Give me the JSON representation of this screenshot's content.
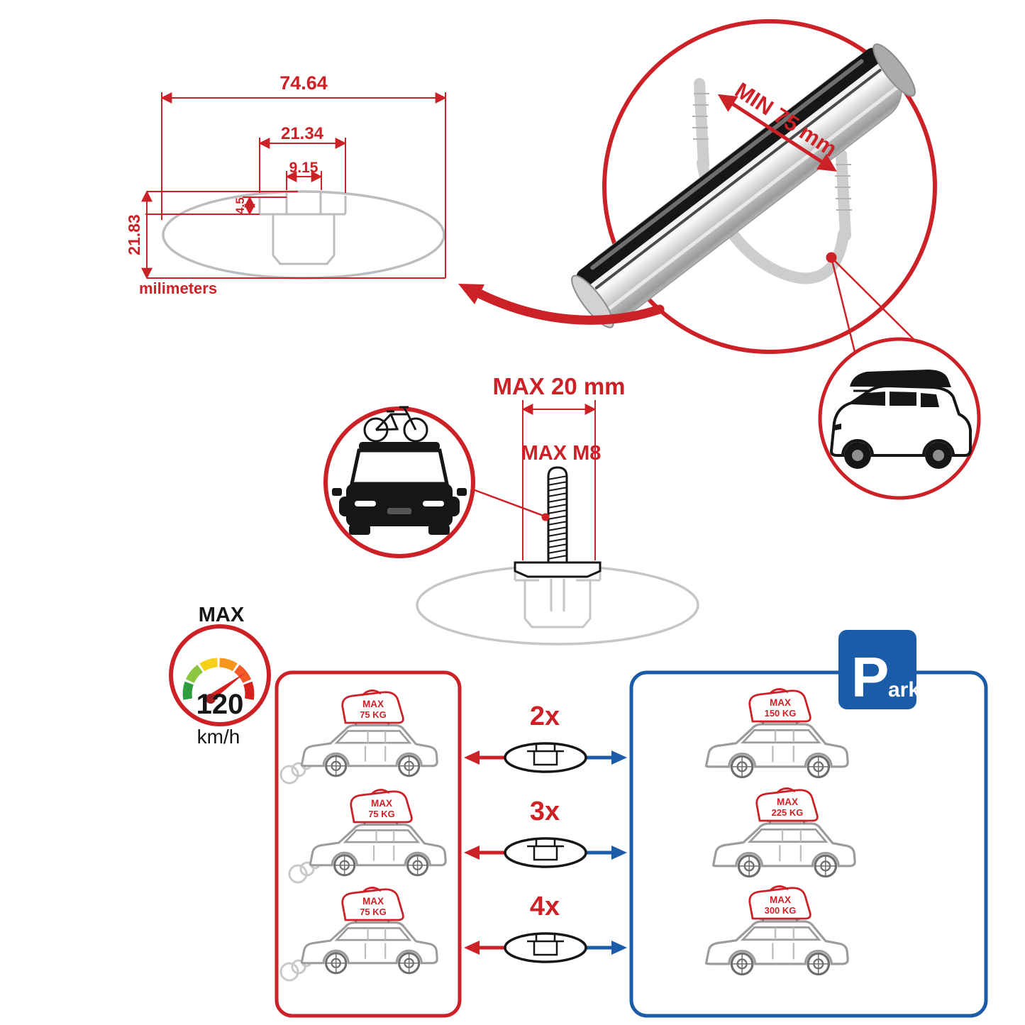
{
  "colors": {
    "accent_red": "#cc2127",
    "accent_blue": "#1b5ca9",
    "sketch_gray": "#bdbdbd"
  },
  "cross_section": {
    "dims": {
      "total_width": "74.64",
      "channel_width": "21.34",
      "slot_width": "9.15",
      "slot_depth": "4.5",
      "total_height": "21.83"
    },
    "unit": "milimeters"
  },
  "bar_detail": {
    "clamp_min": "MIN 75 mm"
  },
  "bolt_detail": {
    "max_length": "MAX 20 mm",
    "max_thread": "MAX M8"
  },
  "speed": {
    "label": "MAX",
    "value": "120",
    "unit": "km/h"
  },
  "driving_loads": [
    {
      "label": "MAX",
      "weight": "75 KG"
    },
    {
      "label": "MAX",
      "weight": "75 KG"
    },
    {
      "label": "MAX",
      "weight": "75 KG"
    }
  ],
  "bar_counts": [
    "2x",
    "3x",
    "4x"
  ],
  "parked_loads": [
    {
      "label": "MAX",
      "weight": "150 KG"
    },
    {
      "label": "MAX",
      "weight": "225 KG"
    },
    {
      "label": "MAX",
      "weight": "300 KG"
    }
  ],
  "park_sign": {
    "letter": "P",
    "rest": "ark"
  }
}
